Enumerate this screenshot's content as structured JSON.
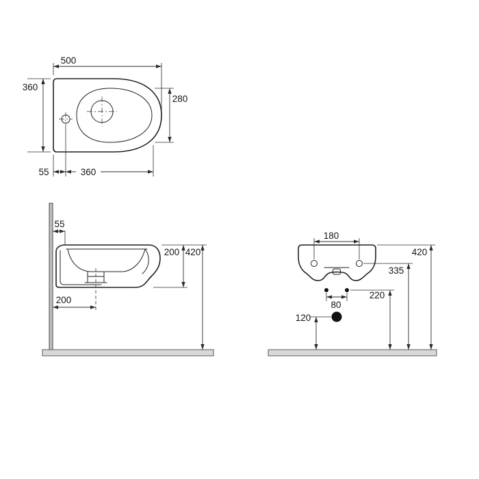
{
  "drawing": {
    "colors": {
      "line": "#1f1f1f",
      "dimension": "#2b2b2b",
      "floor_fill": "#d8d8d8",
      "wall_fill": "#bfbfbf",
      "drain_fill": "#111111"
    },
    "views": {
      "top": {
        "dims": {
          "overall_length": "500",
          "overall_width": "360",
          "basin_length": "280",
          "tap_hole_offset": "55",
          "tap_to_front": "360"
        }
      },
      "side": {
        "dims": {
          "wall_gap": "55",
          "body_height": "200",
          "rim_height": "420",
          "drain_offset": "200"
        }
      },
      "front": {
        "dims": {
          "tap_hole_spacing": "180",
          "rim_height": "420",
          "fixing_holes_height": "335",
          "supply_height": "220",
          "fixing_spacing": "80",
          "drain_height": "120"
        }
      }
    }
  }
}
